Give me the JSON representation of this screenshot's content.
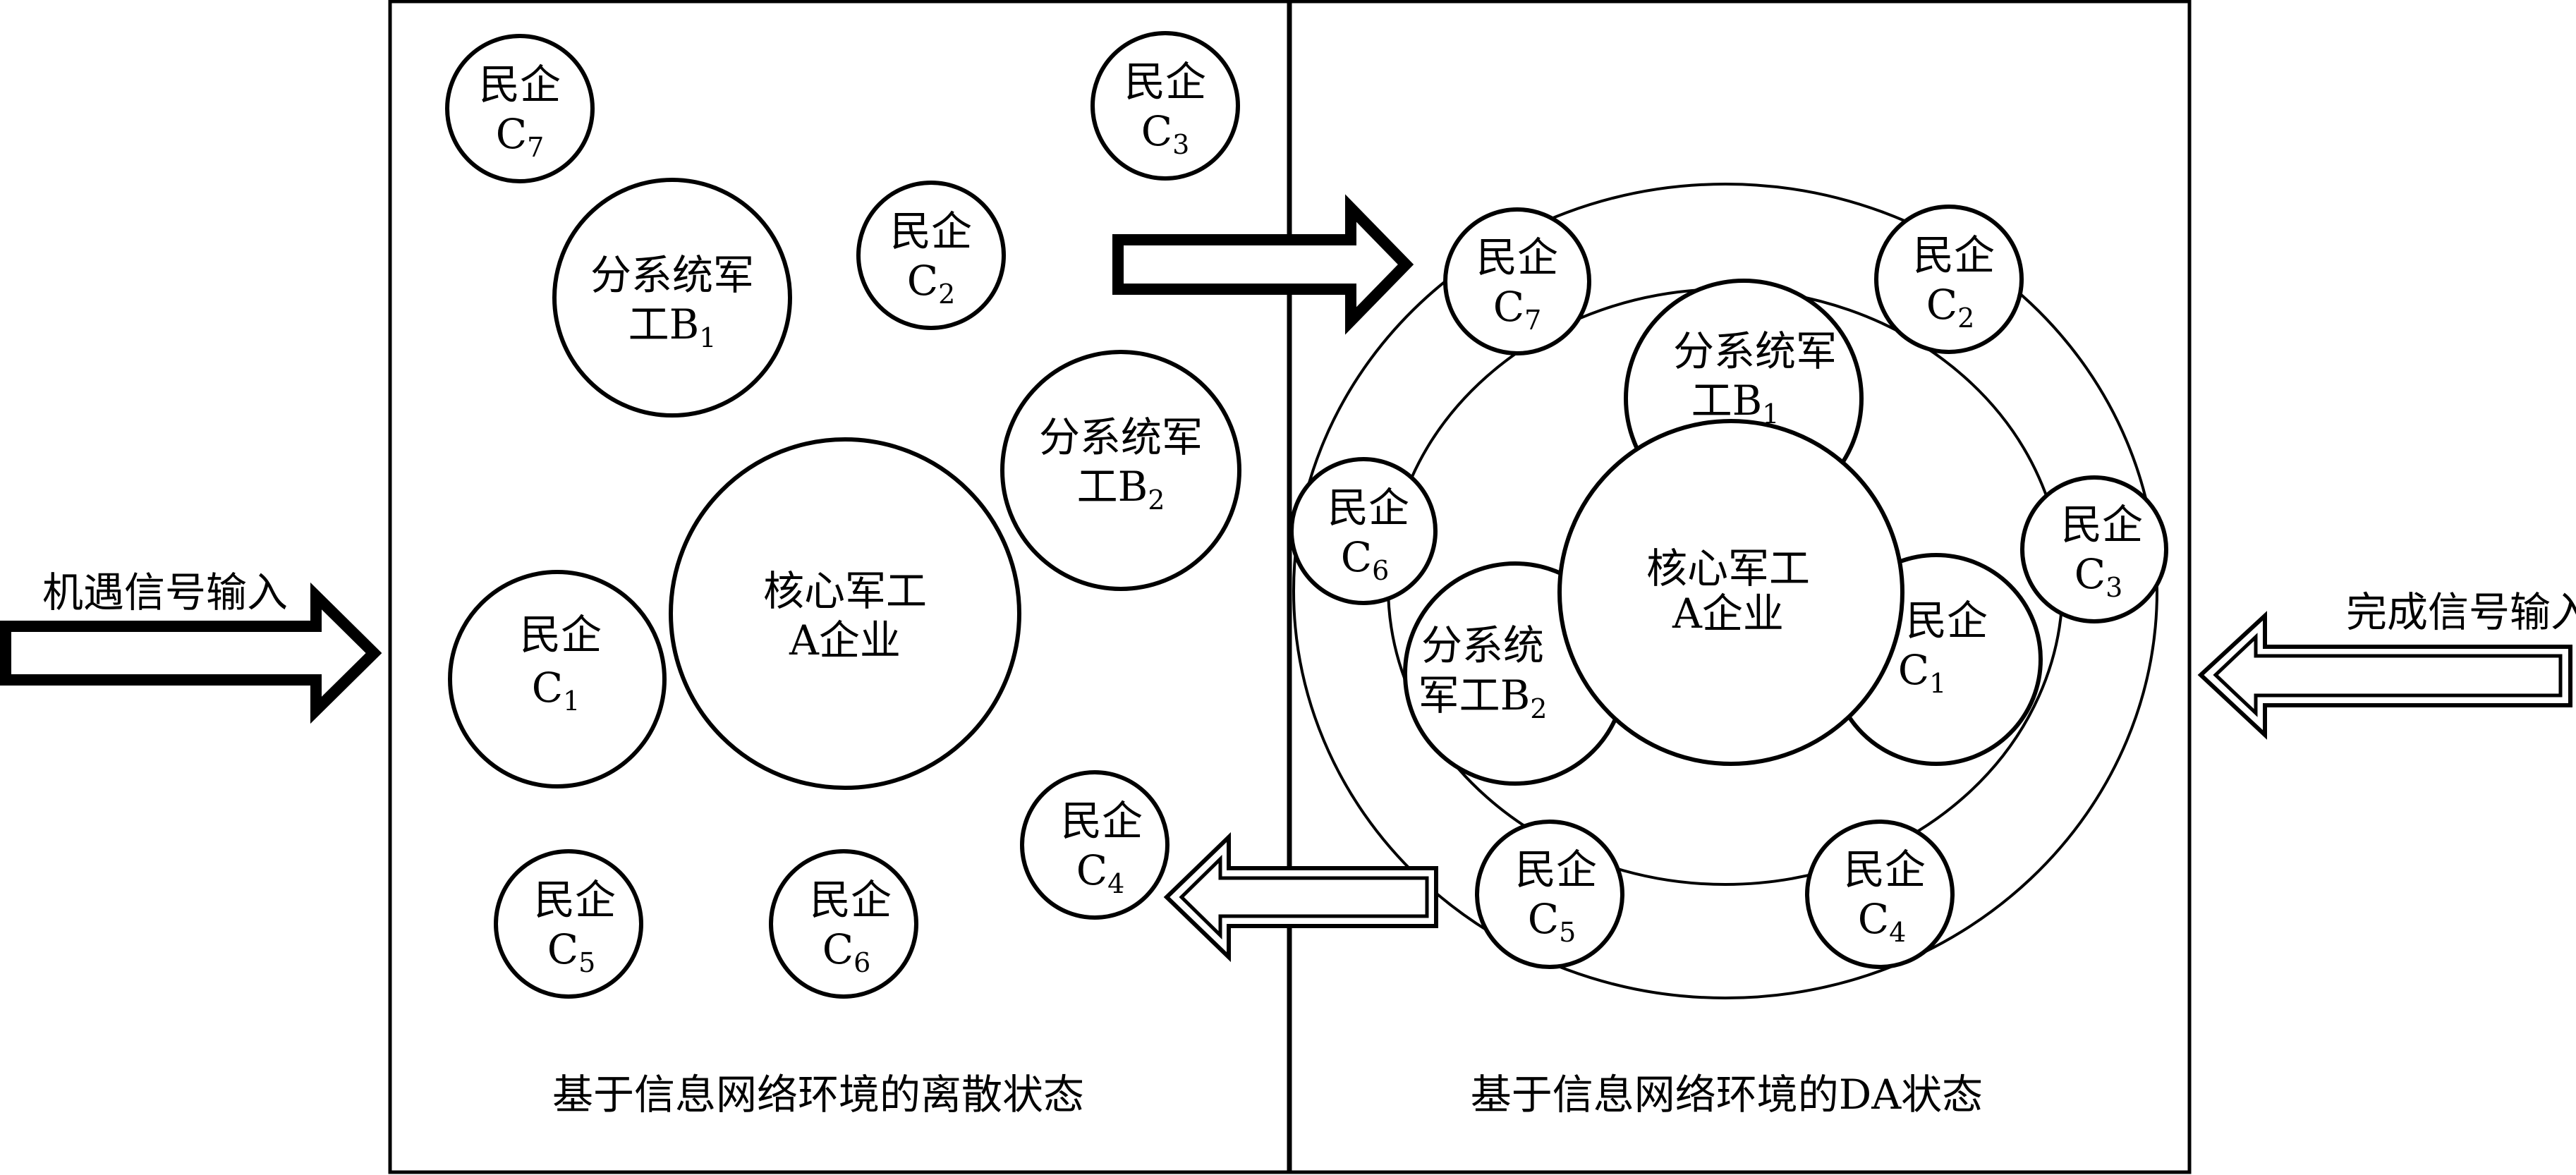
{
  "left_panel": {
    "caption": "基于信息网络环境的离散状态",
    "core": {
      "line1": "核心军工",
      "line2": "A企业"
    },
    "b1": {
      "line1": "分系统军",
      "line2": "工B",
      "sub": "1"
    },
    "b2": {
      "line1": "分系统军",
      "line2": "工B",
      "sub": "2"
    },
    "civ": [
      {
        "line1": "民企",
        "letter": "C",
        "sub": "7"
      },
      {
        "line1": "民企",
        "letter": "C",
        "sub": "3"
      },
      {
        "line1": "民企",
        "letter": "C",
        "sub": "2"
      },
      {
        "line1": "民企",
        "letter": "C",
        "sub": "1"
      },
      {
        "line1": "民企",
        "letter": "C",
        "sub": "4"
      },
      {
        "line1": "民企",
        "letter": "C",
        "sub": "5"
      },
      {
        "line1": "民企",
        "letter": "C",
        "sub": "6"
      }
    ]
  },
  "right_panel": {
    "caption": "基于信息网络环境的DA状态",
    "core": {
      "line1": "核心军工",
      "line2": "A企业"
    },
    "b1": {
      "line1": "分系统军",
      "line2": "工B",
      "sub": "1"
    },
    "b2": {
      "line1": "分系统",
      "line2": "军工B",
      "sub": "2"
    },
    "civ": [
      {
        "line1": "民企",
        "letter": "C",
        "sub": "7"
      },
      {
        "line1": "民企",
        "letter": "C",
        "sub": "2"
      },
      {
        "line1": "民企",
        "letter": "C",
        "sub": "6"
      },
      {
        "line1": "民企",
        "letter": "C",
        "sub": "3"
      },
      {
        "line1": "民企",
        "letter": "C",
        "sub": "1"
      },
      {
        "line1": "民企",
        "letter": "C",
        "sub": "5"
      },
      {
        "line1": "民企",
        "letter": "C",
        "sub": "4"
      }
    ]
  },
  "inputs": {
    "opportunity": "机遇信号输入",
    "completion": "完成信号输入"
  }
}
